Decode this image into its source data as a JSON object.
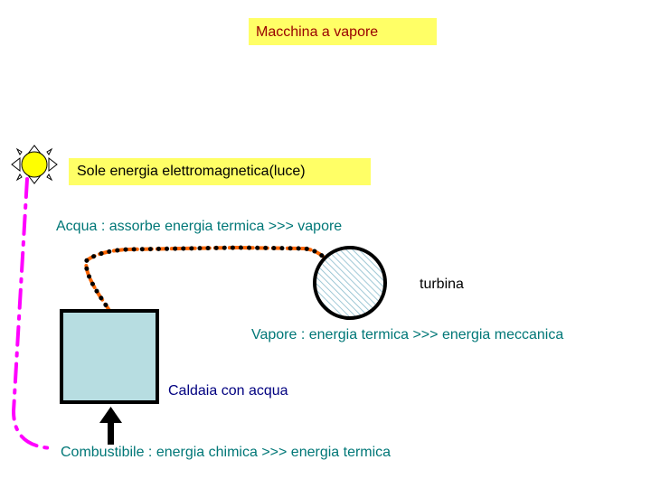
{
  "title": "Macchina a vapore",
  "sun_label": "Sole energia elettromagnetica(luce)",
  "water_label": "Acqua : assorbe energia termica >>> vapore",
  "turbine_label": "turbina",
  "steam_label": "Vapore : energia termica >>> energia meccanica",
  "boiler_label": "Caldaia con acqua",
  "fuel_label": "Combustibile : energia chimica >>> energia termica",
  "colors": {
    "label_box": "#ffff66",
    "title_text": "#990000",
    "teal_text": "#007777",
    "navy_text": "#000080",
    "magenta_line": "#ff00ff",
    "orange_line": "#ff6600",
    "boiler_fill": "#b7dde1",
    "sun_fill": "#ffff00"
  },
  "icons": [
    "sun-icon",
    "turbine-icon",
    "boiler-icon",
    "arrow-up-icon"
  ]
}
